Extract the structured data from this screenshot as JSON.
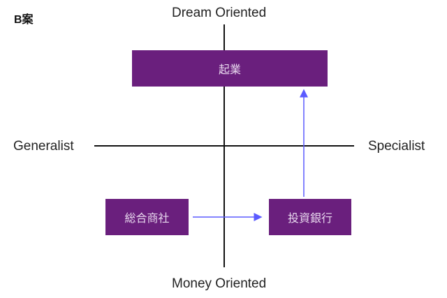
{
  "title": "B案",
  "axes": {
    "top": "Dream Oriented",
    "bottom": "Money Oriented",
    "left": "Generalist",
    "right": "Specialist"
  },
  "nodes": {
    "startup": "起業",
    "trading_company": "総合商社",
    "investment_bank": "投資銀行"
  },
  "colors": {
    "box": "#6a1f7d",
    "arrow": "#5b5bff"
  }
}
